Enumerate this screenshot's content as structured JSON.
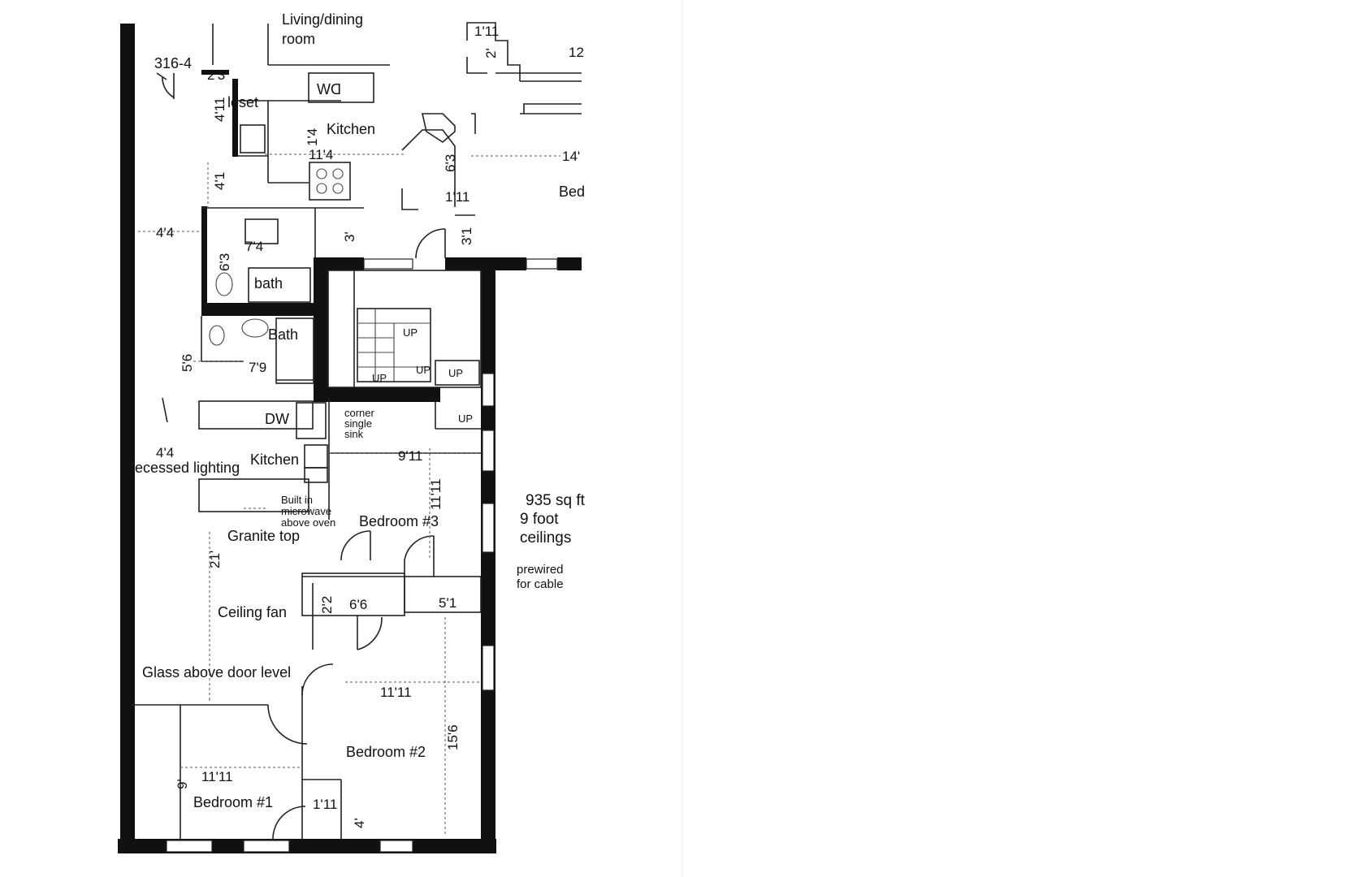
{
  "upper_unit": {
    "living_dining_label": "Living/dining",
    "room_label": "room",
    "unit_number": "316-4",
    "closet_label": "loset",
    "kitchen_label": "Kitchen",
    "bath_label": "bath",
    "dw_label": "DW",
    "bed_label": "Bed",
    "dims": {
      "d_2_3": "2'3",
      "d_4_11": "4'11",
      "d_1_4": "1'4",
      "d_11_4": "11'4",
      "d_4_1": "4'1",
      "d_6_3_kitchen": "6'3",
      "d_1_11_top": "1'11",
      "d_1_11_kitchen": "1'11",
      "d_2": "2'",
      "d_14": "14'",
      "d_12": "12",
      "d_4_4": "4'4",
      "d_7_4": "7'4",
      "d_3": "3'",
      "d_3_1": "3'1",
      "d_6_3_bath": "6'3"
    }
  },
  "main_unit": {
    "bath_label": "Bath",
    "kitchen_label": "Kitchen",
    "dw_label": "DW",
    "corner_sink_lines": [
      "corner",
      "single",
      "sink"
    ],
    "microwave_lines": [
      "Built in",
      "microwave",
      "above oven"
    ],
    "granite_top": "Granite top",
    "recessed_lighting": "recessed lighting",
    "ceiling_fan": "Ceiling fan",
    "glass_above_door": "Glass above door level",
    "bedroom3": "Bedroom #3",
    "bedroom2": "Bedroom #2",
    "bedroom1": "Bedroom #1",
    "stairs_up": [
      "UP",
      "UP",
      "UP",
      "UP",
      "UP"
    ],
    "dims": {
      "d_5_6": "5'6",
      "d_7_9": "7'9",
      "d_4_4": "4'4",
      "d_9_11": "9'11",
      "d_11_11_b3": "11'11",
      "d_21": "21'",
      "d_2_2": "2'2",
      "d_6_6": "6'6",
      "d_5_1": "5'1",
      "d_11_11_b2": "11'11",
      "d_15_6": "15'6",
      "d_9": "9'",
      "d_11_11_b1": "11'11",
      "d_1_11": "1'11",
      "d_4": "4'"
    }
  },
  "notes": {
    "area": "935 sq ft",
    "ceiling_1": "9 foot",
    "ceiling_2": "ceilings",
    "cable_1": "prewired",
    "cable_2": "for cable"
  },
  "colors": {
    "wall": "#111111",
    "line": "#222222",
    "paper": "#ffffff"
  }
}
